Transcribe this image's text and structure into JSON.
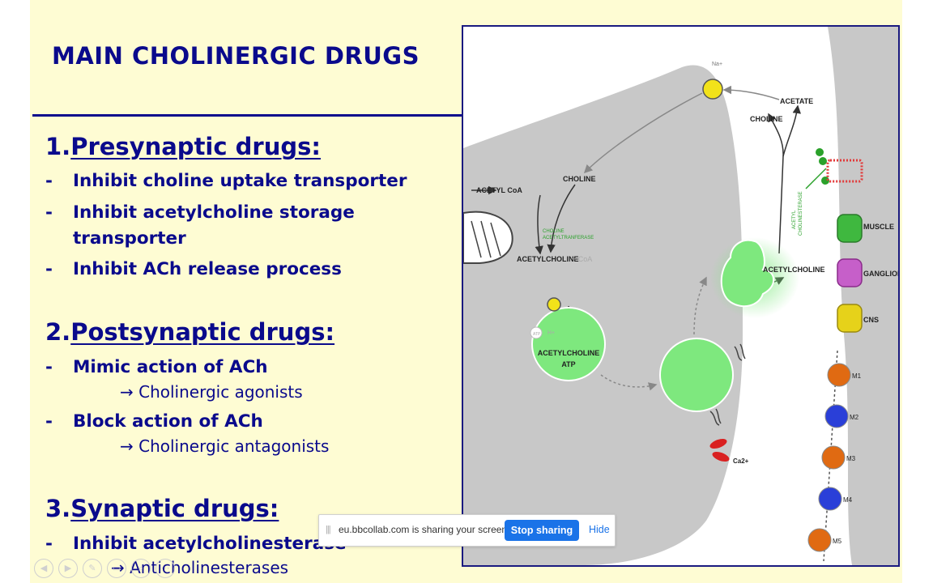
{
  "slide": {
    "title": "MAIN CHOLINERGIC DRUGS",
    "sections": [
      {
        "number": "1.",
        "heading": "Presynaptic drugs:",
        "bullets": [
          "Inhibit choline uptake transporter",
          "Inhibit acetylcholine storage",
          "transporter",
          "Inhibit ACh release process"
        ]
      },
      {
        "number": "2.",
        "heading": "Postsynaptic drugs:",
        "bullets": [
          "Mimic action of ACh",
          "Block action of ACh"
        ],
        "sub_items": [
          "→ Cholinergic agonists",
          "→ Cholinergic antagonists"
        ]
      },
      {
        "number": "3.",
        "heading": "Synaptic drugs:",
        "bullets": [
          "Inhibit acetylcholinesterase"
        ],
        "sub_items": [
          "→ Anticholinesterases"
        ]
      }
    ],
    "bullet_dash": "-"
  },
  "figure": {
    "labels": {
      "na": "Na+",
      "acetate": "ACETATE",
      "choline_top": "CHOLINE",
      "choline_mid": "CHOLINE",
      "acetyl_coa": "ACETYL CoA",
      "enzyme": "CHOLINE",
      "enzyme2": "ACETYLTRANFERASE",
      "acetylcholine_coa": "ACETYLCHOLINE",
      "plus_coa": "+ CoA",
      "vesicle_1": "ACETYLCHOLINE",
      "vesicle_2": "ATP",
      "acetylcholine_cleft": "ACETYLCHOLINE",
      "ache_1": "ACETYL",
      "ache_2": "CHOLINESTERASE",
      "h_plus": "H+",
      "atp_small": "ATP",
      "ca": "Ca2+",
      "muscle": "MUSCLE",
      "ganglion": "GANGLION",
      "cns": "CNS",
      "m1": "M1",
      "m2": "M2",
      "m3": "M3",
      "m4": "M4",
      "m5": "M5"
    },
    "colors": {
      "terminal": "#c8c8c8",
      "vesicle": "#7ee87e",
      "transporter": "#f2e21a",
      "muscle_receptor": "#3fb83f",
      "ganglion_receptor": "#c65fc9",
      "cns_receptor": "#e6d21a",
      "muscarinic_odd": "#e06a12",
      "muscarinic_even": "#2a3fd8",
      "nicotinic_red": "#e23a3a",
      "calcium_channel": "#d92020"
    }
  },
  "share_bar": {
    "grip": "|||",
    "message": "eu.bbcollab.com is sharing your screen.",
    "stop_label": "Stop sharing",
    "hide_label": "Hide"
  },
  "presenter_nav": {
    "icons": [
      "prev-icon",
      "next-icon",
      "pen-icon",
      "slides-icon",
      "zoom-icon",
      "more-icon"
    ],
    "glyphs": [
      "◀",
      "▶",
      "✎",
      "▭",
      "⌕",
      "⋯"
    ]
  },
  "theme": {
    "slide_background": "#fefcd3",
    "text_color": "#0a0a8c",
    "share_button_color": "#1a73e8"
  }
}
